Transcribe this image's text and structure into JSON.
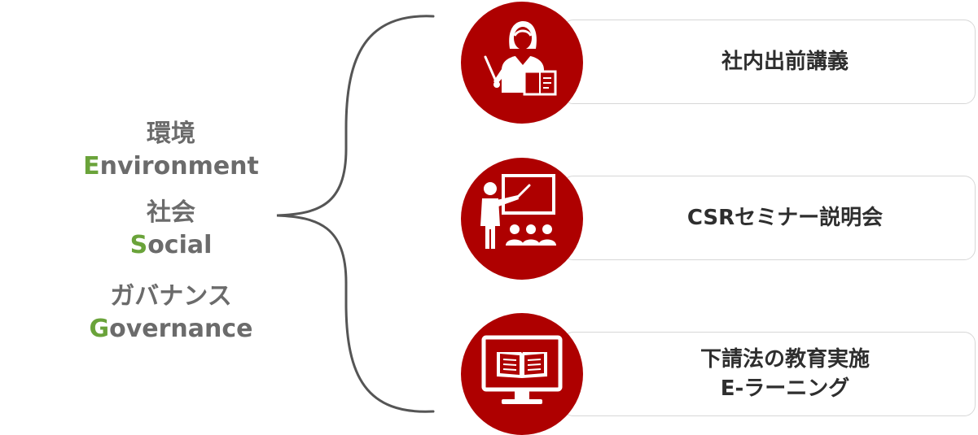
{
  "esg": [
    {
      "jp": "環境",
      "initial": "E",
      "rest": "nvironment"
    },
    {
      "jp": "社会",
      "initial": "S",
      "rest": "ocial"
    },
    {
      "jp": "ガバナンス",
      "initial": "G",
      "rest": "overnance"
    }
  ],
  "items": [
    {
      "icon": "teacher-with-book-icon",
      "lines": [
        "社内出前講義"
      ]
    },
    {
      "icon": "presenter-audience-icon",
      "lines": [
        "CSRセミナー説明会"
      ]
    },
    {
      "icon": "monitor-book-icon",
      "lines": [
        "下請法の教育実施",
        "E-ラーニング"
      ]
    }
  ],
  "colors": {
    "accent_red": "#ae0000",
    "initial_green": "#6aa33a",
    "esg_text": "#6b6b6b",
    "brace": "#555555"
  }
}
